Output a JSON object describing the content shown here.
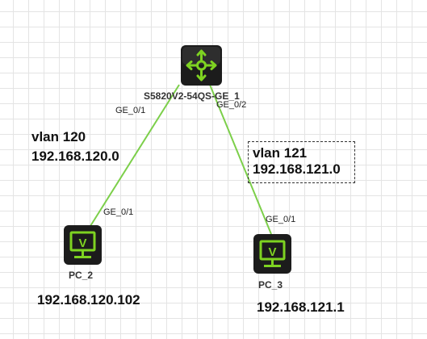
{
  "devices": {
    "switch": {
      "name": "S5820V2-54QS-GE_1",
      "icon": "router-switch-icon"
    },
    "pc2": {
      "name": "PC_2",
      "icon": "monitor-icon",
      "ip": "192.168.120.102"
    },
    "pc3": {
      "name": "PC_3",
      "icon": "monitor-icon",
      "ip": "192.168.121.1"
    }
  },
  "ports": {
    "switch_to_pc2": "GE_0/1",
    "switch_to_pc3": "GE_0/2",
    "pc2": "GE_0/1",
    "pc3": "GE_0/1"
  },
  "annotations": {
    "vlan120": {
      "vlan": "vlan 120",
      "network": "192.168.120.0"
    },
    "vlan121": {
      "vlan": "vlan 121",
      "network": "192.168.121.0"
    }
  },
  "colors": {
    "link": "#7ccf4a",
    "device_bg": "#1c1c1c",
    "icon_accent": "#7ed321"
  }
}
